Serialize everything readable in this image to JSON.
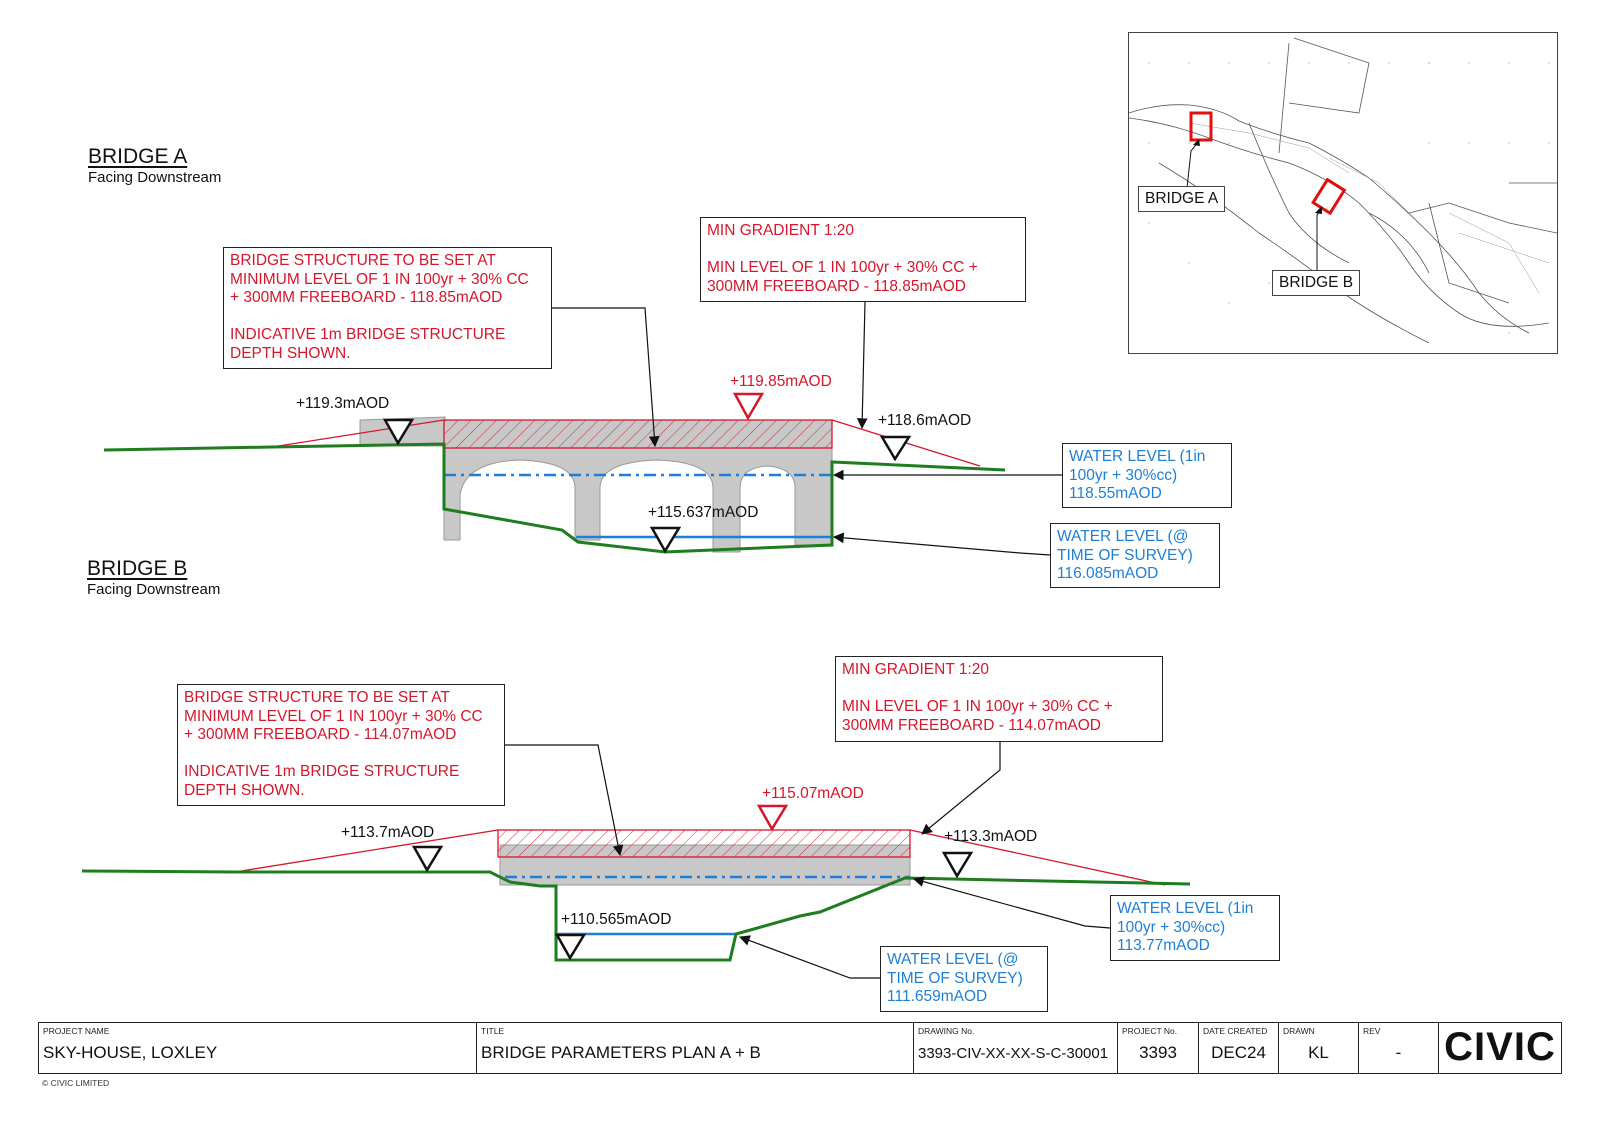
{
  "colors": {
    "red": "#d7162b",
    "blue": "#1e7fd6",
    "green": "#1e7d1e",
    "grey_fill": "#c8c8c8",
    "black": "#111111"
  },
  "bridge_a": {
    "title": "BRIDGE A",
    "subtitle": "Facing Downstream",
    "structure_note": "BRIDGE STRUCTURE TO BE SET AT\nMINIMUM LEVEL OF 1 IN 100yr + 30% CC\n+ 300MM FREEBOARD - 118.85mAOD\n\nINDICATIVE 1m BRIDGE STRUCTURE\nDEPTH SHOWN.",
    "gradient_note": "MIN GRADIENT 1:20\n\nMIN LEVEL OF 1 IN 100yr + 30% CC +\n300MM FREEBOARD - 118.85mAOD",
    "level_left": "+119.3mAOD",
    "level_deck": "+119.85mAOD",
    "level_right": "+118.6mAOD",
    "level_bed": "+115.637mAOD",
    "flood_note": "WATER LEVEL (1in\n100yr + 30%cc)\n118.55mAOD",
    "survey_note": "WATER LEVEL (@\nTIME OF SURVEY)\n116.085mAOD"
  },
  "bridge_b": {
    "title": "BRIDGE B",
    "subtitle": "Facing Downstream",
    "structure_note": "BRIDGE STRUCTURE TO BE SET AT\nMINIMUM LEVEL OF 1 IN 100yr + 30% CC\n+ 300MM FREEBOARD - 114.07mAOD\n\nINDICATIVE 1m BRIDGE STRUCTURE\nDEPTH SHOWN.",
    "gradient_note": "MIN GRADIENT 1:20\n\nMIN LEVEL OF 1 IN 100yr + 30% CC +\n300MM FREEBOARD - 114.07mAOD",
    "level_left": "+113.7mAOD",
    "level_deck": "+115.07mAOD",
    "level_right": "+113.3mAOD",
    "level_bed": "+110.565mAOD",
    "flood_note": "WATER LEVEL (1in\n100yr + 30%cc)\n113.77mAOD",
    "survey_note": "WATER LEVEL (@\nTIME OF SURVEY)\n111.659mAOD"
  },
  "key_plan": {
    "label_a": "BRIDGE A",
    "label_b": "BRIDGE B"
  },
  "title_block": {
    "project_name_caption": "PROJECT NAME",
    "project_name": "SKY-HOUSE, LOXLEY",
    "title_caption": "TITLE",
    "title": "BRIDGE PARAMETERS PLAN A + B",
    "drawing_no_caption": "DRAWING No.",
    "drawing_no": "3393-CIV-XX-XX-S-C-30001",
    "project_no_caption": "PROJECT No.",
    "project_no": "3393",
    "date_caption": "DATE CREATED",
    "date": "DEC24",
    "drawn_caption": "DRAWN",
    "drawn": "KL",
    "rev_caption": "REV",
    "rev": "-",
    "logo": "CIVIC"
  },
  "copyright": "© CIVIC LIMITED"
}
